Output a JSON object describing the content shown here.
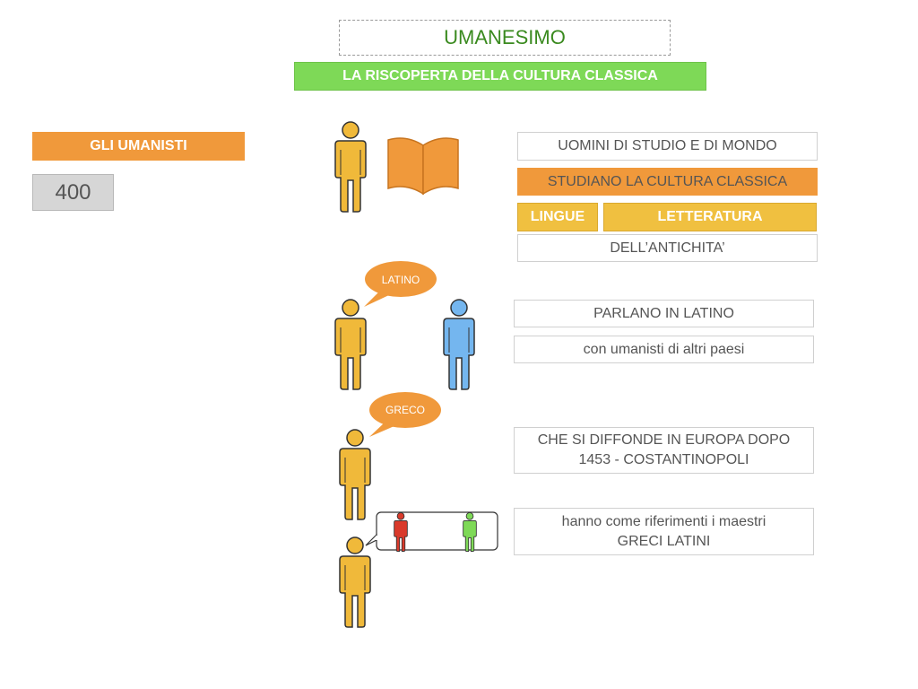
{
  "header": {
    "title": "UMANESIMO",
    "subtitle": "LA RISCOPERTA DELLA CULTURA CLASSICA"
  },
  "left": {
    "label": "GLI UMANISTI",
    "year": "400"
  },
  "right": {
    "box1": "UOMINI DI STUDIO E DI MONDO",
    "box2": "STUDIANO LA CULTURA CLASSICA",
    "lingue": "LINGUE",
    "letteratura": "LETTERATURA",
    "antichita": "DELL’ANTICHITA’",
    "parlano": "PARLANO IN LATINO",
    "umanisti_paesi": "con umanisti di altri paesi",
    "diffonde_line1": "CHE SI DIFFONDE IN EUROPA DOPO",
    "diffonde_line2": "1453 - COSTANTINOPOLI",
    "maestri_line1": "hanno come riferimenti i maestri",
    "maestri_line2": "GRECI LATINI"
  },
  "bubbles": {
    "latino": "LATINO",
    "greco": "GRECO"
  },
  "colors": {
    "figure_yellow": "#f0b93a",
    "figure_blue": "#74b6ef",
    "figure_red": "#d93a2b",
    "figure_green": "#7ed957",
    "accent_orange": "#f0993b",
    "accent_green": "#7ed957",
    "title_green": "#3a8a1f"
  },
  "icons": [
    "person-icon",
    "open-book-icon",
    "speech-bubble-icon"
  ]
}
